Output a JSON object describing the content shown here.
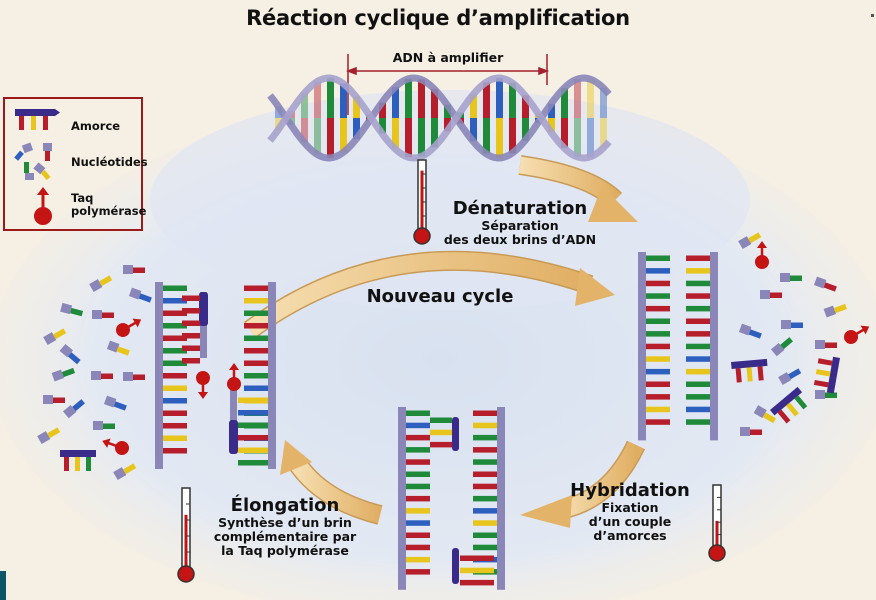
{
  "title": "Réaction cyclique d’amplification",
  "dna_span_label": "ADN à amplifier",
  "legend": {
    "items": [
      {
        "label": "Amorce",
        "icon": "primer-icon"
      },
      {
        "label": "Nucléotides",
        "icon": "nucleotides-icon"
      },
      {
        "label_line1": "Taq",
        "label_line2": "polymérase",
        "icon": "taq-polymerase-icon"
      }
    ]
  },
  "steps": {
    "denaturation": {
      "title": "Dénaturation",
      "sub_line1": "Séparation",
      "sub_line2": "des deux brins d’ADN"
    },
    "new_cycle": {
      "title": "Nouveau cycle"
    },
    "hybridation": {
      "title": "Hybridation",
      "sub_line1": "Fixation",
      "sub_line2": "d’un couple",
      "sub_line3": "d’amorces"
    },
    "elongation": {
      "title": "Élongation",
      "sub_line1": "Synthèse d’un brin",
      "sub_line2": "complémentaire par",
      "sub_line3": "la Taq polymérase"
    }
  },
  "thermometers": {
    "denaturation_level": 0.9,
    "hybridation_level": 0.45,
    "elongation_level": 0.7
  },
  "colors": {
    "background": "#f5efe4",
    "cloud": "#dfe6f2",
    "backbone": "#8a86b8",
    "primer": "#3a2a8a",
    "base_G": "#b51e2a",
    "base_C": "#1f8a3a",
    "base_A": "#e8c51c",
    "base_T": "#2d5fbf",
    "arrow": "#e8be7a",
    "thermo_red": "#c41414",
    "legend_border": "#9b1b1b"
  },
  "strands": {
    "denatured_left": [
      "C",
      "T",
      "G",
      "C",
      "G",
      "C",
      "C",
      "G",
      "A",
      "T",
      "G",
      "G",
      "A",
      "G"
    ],
    "denatured_right": [
      "G",
      "A",
      "C",
      "G",
      "C",
      "G",
      "G",
      "C",
      "T",
      "A",
      "C",
      "C",
      "T",
      "C"
    ]
  }
}
